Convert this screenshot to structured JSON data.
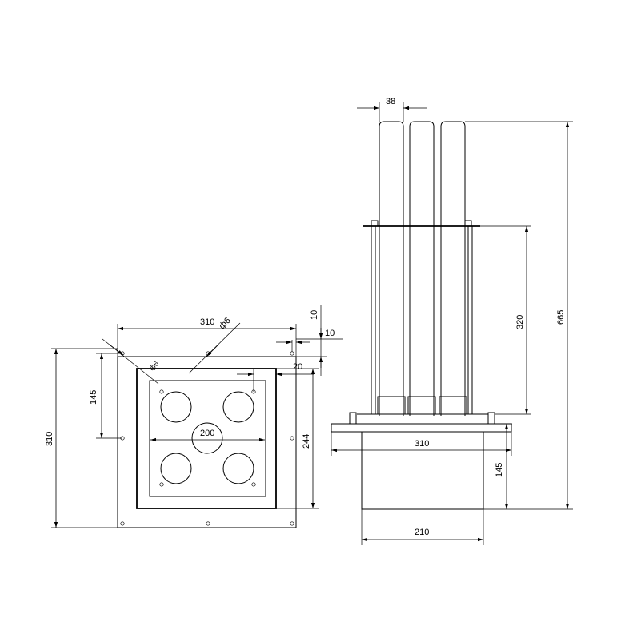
{
  "plan_view": {
    "width_label": "310",
    "height_label": "310",
    "hole_dia_label": "ф6",
    "hole_dia_label_small": "ф6",
    "hole_spacing_label": "145",
    "center_distance_label": "200",
    "inner_height_label": "244",
    "offset_label_a": "10",
    "offset_label_b": "10",
    "offset_label_c": "20"
  },
  "side_view": {
    "tube_width_label": "38",
    "tube_length_label": "320",
    "total_height_label": "665",
    "flange_width_label": "310",
    "box_height_label": "145",
    "box_width_label": "210"
  }
}
